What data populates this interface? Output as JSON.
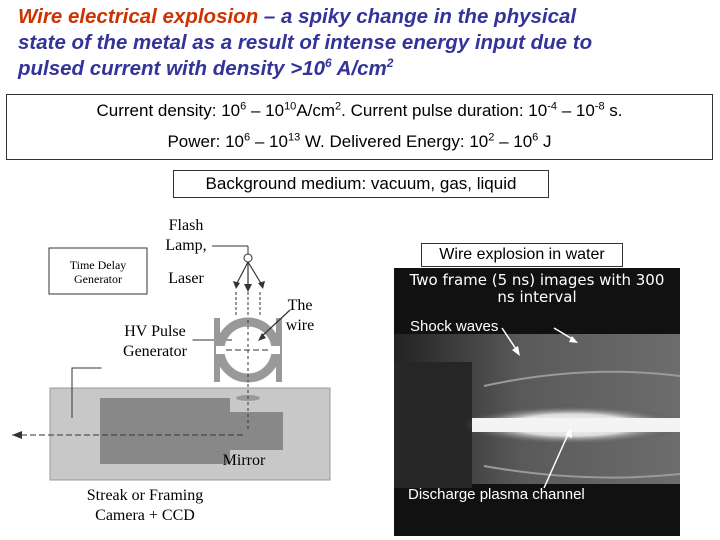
{
  "title": {
    "highlight": "Wire electrical explosion",
    "line1_rest": " – a spiky change in the physical",
    "line2": "state of the metal as a result of intense energy input due to",
    "line3_pre": "pulsed current with density >10",
    "line3_exp": "6",
    "line3_unit": " A/cm",
    "line3_unit_exp": "2"
  },
  "parameters": {
    "line1": [
      "Current density: 10",
      "6",
      " – 10",
      "10",
      "A/cm",
      "2",
      ". Current pulse duration: 10",
      "-4",
      " – 10",
      "-8",
      " s."
    ],
    "line2": [
      "Power: 10",
      "6",
      " – 10",
      "13",
      " W.  Delivered Energy: 10",
      "2",
      " – 10",
      "6",
      " J"
    ]
  },
  "background_medium": "Background medium: vacuum, gas, liquid",
  "setup": {
    "time_delay": "Time Delay Generator",
    "flash_lamp": "Flash Lamp,",
    "laser": "Laser",
    "hv_pulse": "HV Pulse Generator",
    "the_wire": "The wire",
    "mirror": "Mirror",
    "streak_camera": "Streak or Framing Camera  + CCD"
  },
  "experiment": {
    "label": "Wire explosion in water",
    "frames_caption": "Two frame  (5 ns) images with 300 ns interval",
    "shock_waves": "Shock waves",
    "discharge": "Discharge plasma channel"
  },
  "colors": {
    "title_blue": "#333399",
    "title_red": "#cc3300",
    "apparatus_gray": "#888888"
  }
}
